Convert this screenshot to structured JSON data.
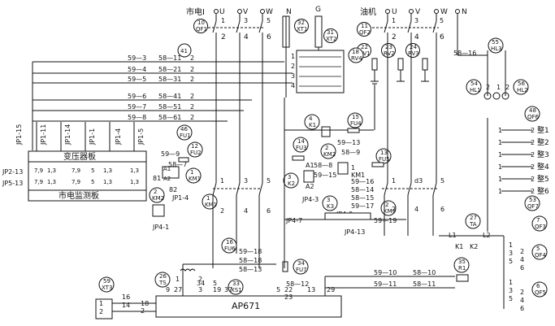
{
  "sources": {
    "mains_title": "市电Ⅰ",
    "gen_title": "油机",
    "mains_phases": [
      "U",
      "V",
      "W",
      "N"
    ],
    "gen_phases": [
      "U",
      "V",
      "W",
      "N"
    ],
    "g_label": "G"
  },
  "boards": {
    "transformer": "变压器板",
    "mains_detect": "市电监测板",
    "controller": "AP671"
  },
  "jp_top": [
    "JP1-15",
    "JP1-11",
    "JP1-14",
    "JP1-1",
    "JP1-4",
    "JP1-5"
  ],
  "jp_left": [
    "JP2-13",
    "JP5-13"
  ],
  "wires_left": [
    {
      "a": "59—3",
      "b": "58—11"
    },
    {
      "a": "59—4",
      "b": "58—21"
    },
    {
      "a": "59—5",
      "b": "58—31"
    },
    {
      "a": "59—6",
      "b": "58—41"
    },
    {
      "a": "59—7",
      "b": "58—51"
    },
    {
      "a": "59—8",
      "b": "58—61"
    }
  ],
  "wires_right": [
    {
      "a": "59—10",
      "b": "58—10"
    },
    {
      "a": "59—11",
      "b": "58—11"
    }
  ],
  "components": [
    {
      "num": "10",
      "code": "QF1"
    },
    {
      "num": "32",
      "code": "XT1"
    },
    {
      "num": "31",
      "code": "XT2"
    },
    {
      "num": "11",
      "code": "QF2"
    },
    {
      "num": "22",
      "code": "RV1"
    },
    {
      "num": "23",
      "code": "RV2"
    },
    {
      "num": "24",
      "code": "RV3"
    },
    {
      "num": "55",
      "code": "HL3"
    },
    {
      "num": "41",
      "code": ""
    },
    {
      "num": "18",
      "code": "RV4"
    },
    {
      "num": "54",
      "code": "HL1"
    },
    {
      "num": "56",
      "code": "HL2"
    },
    {
      "num": "48",
      "code": "QF6"
    },
    {
      "num": "4",
      "code": "K1"
    },
    {
      "num": "15",
      "code": "FU4"
    },
    {
      "num": "46",
      "code": "FU1"
    },
    {
      "num": "12",
      "code": "FU2"
    },
    {
      "num": "14",
      "code": "FU3"
    },
    {
      "num": "2",
      "code": "KM2"
    },
    {
      "num": "13",
      "code": "FU5"
    },
    {
      "num": "1",
      "code": "KM1"
    },
    {
      "num": "3",
      "code": "K2"
    },
    {
      "num": "3",
      "code": "K3"
    },
    {
      "num": "2",
      "code": "KM3"
    },
    {
      "num": "53",
      "code": "QF7"
    },
    {
      "num": "27",
      "code": "TA"
    },
    {
      "num": "7",
      "code": "QF3"
    },
    {
      "num": "16",
      "code": "FU6"
    },
    {
      "num": "5",
      "code": "QF4"
    },
    {
      "num": "34",
      "code": "FU7"
    },
    {
      "num": "35",
      "code": "R1"
    },
    {
      "num": "59",
      "code": "XT3"
    },
    {
      "num": "26",
      "code": "TS"
    },
    {
      "num": "33",
      "code": "XS1"
    },
    {
      "num": "6",
      "code": "QF5"
    }
  ],
  "outputs": [
    "整1",
    "整2",
    "整3",
    "整4",
    "整5",
    "整6"
  ],
  "wire_misc": {
    "w5916": "58—16",
    "w591": "59—9",
    "w587": "58—7",
    "w5913": "59—13",
    "w589": "58—9",
    "w588": "58—8",
    "w5915": "59—15",
    "w5916b": "59—16",
    "w5814": "58—14",
    "w5815": "58—15",
    "w5817": "59—17",
    "w5919": "59—19",
    "w5913b": "58—13",
    "w5812": "58—12",
    "w5918": "59—18",
    "w5818": "58—18"
  },
  "jp_misc": {
    "jp14": "JP1-4",
    "jp41": "JP4-1",
    "jp43": "JP4-3",
    "jp49": "JP4-9",
    "jp47": "JP4-7",
    "jp413": "JP4-13"
  },
  "ctrl_pins_left": [
    "16",
    "18",
    "2",
    "14"
  ],
  "ctrl_pins_top": [
    "9",
    "27",
    "34",
    "3",
    "5",
    "19",
    "37",
    "5",
    "22",
    "23",
    "13",
    "29"
  ],
  "misc_labels": {
    "a1": "A1",
    "a2": "A2",
    "k1": "K1",
    "k2": "K2",
    "l1": "L1",
    "l2": "L2",
    "d3": "d3",
    "n81": "81",
    "n82": "82"
  }
}
